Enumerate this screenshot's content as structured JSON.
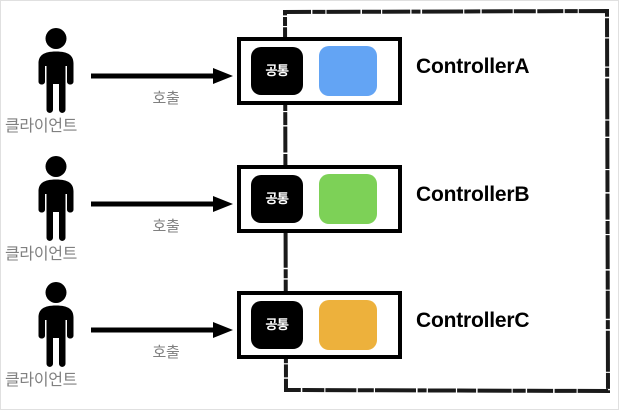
{
  "diagram": {
    "title": "Client to Controller call diagram",
    "background_color": "#ffffff",
    "service_container": {
      "name": "service-boundary",
      "stroke_color": "#1a1a1a"
    },
    "rows": [
      {
        "actor_icon": "person-icon",
        "actor_label": "클라이언트",
        "arrow_icon": "right-arrow-icon",
        "arrow_label": "호출",
        "common_label": "공통",
        "color_chip": "#63A4F4",
        "controller_name": "ControllerA"
      },
      {
        "actor_icon": "person-icon",
        "actor_label": "클라이언트",
        "arrow_icon": "right-arrow-icon",
        "arrow_label": "호출",
        "common_label": "공통",
        "color_chip": "#7DD157",
        "controller_name": "ControllerB"
      },
      {
        "actor_icon": "person-icon",
        "actor_label": "클라이언트",
        "arrow_icon": "right-arrow-icon",
        "arrow_label": "호출",
        "common_label": "공통",
        "color_chip": "#EDB13C",
        "controller_name": "ControllerC"
      }
    ],
    "colors": {
      "label_gray": "#808080",
      "ink_black": "#000000",
      "chip_blue": "#63A4F4",
      "chip_green": "#7DD157",
      "chip_orange": "#EDB13C"
    }
  }
}
